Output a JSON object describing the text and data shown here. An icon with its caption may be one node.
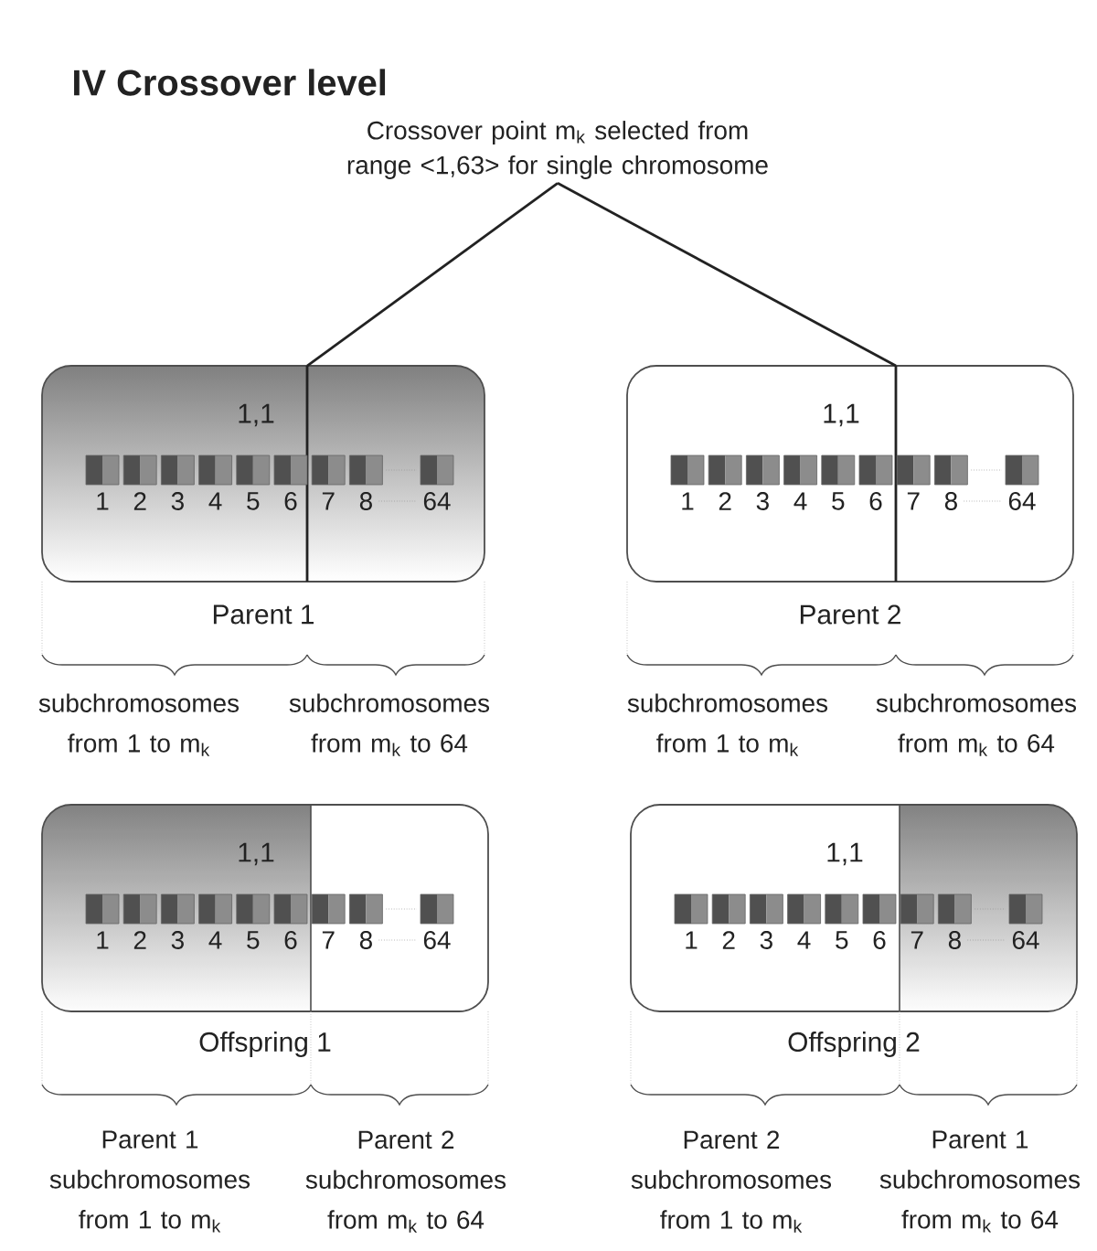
{
  "diagram": {
    "title": "IV Crossover level",
    "nodes": [
      {
        "text": [
          "Crossover point m$_{k}$ selected from range <1,63> for single chromosome"
        ]
      },
      {
        "text": [
          "1,1",
          "1",
          "2",
          "3",
          "4",
          "5",
          "6",
          "7",
          "8",
          "64",
          "Parent 1"
        ]
      },
      {
        "text": [
          "1,1",
          "1",
          "2",
          "3",
          "4",
          "5",
          "6",
          "7",
          "8",
          "64",
          "Parent 2"
        ]
      },
      {
        "text": [
          "1,1",
          "1",
          "2",
          "3",
          "4",
          "5",
          "6",
          "7",
          "8",
          "64",
          "Offspring 1"
        ]
      },
      {
        "text": [
          "1,1",
          "1",
          "2",
          "3",
          "4",
          "5",
          "6",
          "7",
          "8",
          "64",
          "Offspring 2"
        ]
      }
    ],
    "edges": [
      {
        "from": 0,
        "to": 1,
        "arrow": "none"
      },
      {
        "from": 0,
        "to": 2,
        "arrow": "none"
      }
    ],
    "labels": [
      "subchromosomes from 1 to m$_{k}$",
      "subchromosomes from m$_{k}$ to 64",
      "subchromosomes from 1 to m$_{k}$",
      "subchromosomes from m$_{k}$ to 64",
      "Parent 1 subchromosomes from 1 to m$_{k}$",
      "Parent 2 subchromosomes from m$_{k}$ to 64",
      "Parent 2 subchromosomes from 1 to m$_{k}$",
      "Parent 1 subchromosomes from m$_{k}$ to 64"
    ]
  }
}
